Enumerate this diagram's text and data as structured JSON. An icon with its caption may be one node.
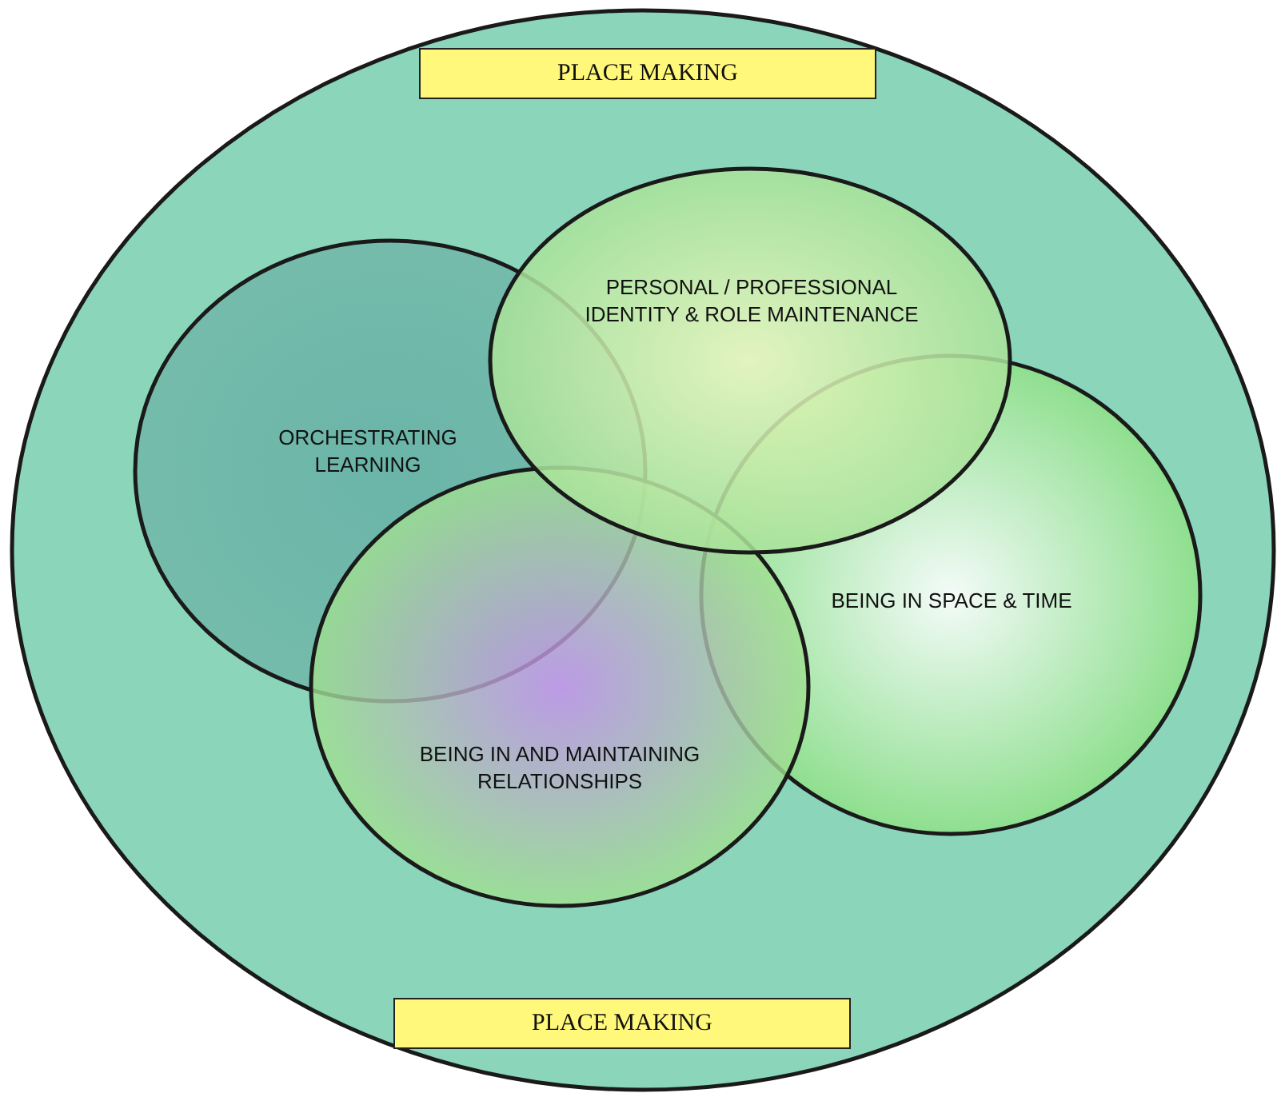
{
  "diagram": {
    "nodes": [
      {
        "text": [],
        "shape": "circle"
      },
      {
        "text": [
          "PLACE MAKING"
        ],
        "in": 0
      },
      {
        "text": [
          "PERSONAL / PROFESSIONAL IDENTITY & ROLE MAINTENANCE"
        ],
        "in": 0
      },
      {
        "text": [
          "ORCHESTRATING LEARNING"
        ],
        "in": 0
      },
      {
        "text": [
          "BEING IN SPACE & TIME"
        ],
        "in": 0
      },
      {
        "text": [
          "BEING IN AND MAINTAINING RELATIONSHIPS"
        ],
        "in": 0
      },
      {
        "text": [
          "PLACE MAKING"
        ],
        "in": 0
      }
    ]
  }
}
